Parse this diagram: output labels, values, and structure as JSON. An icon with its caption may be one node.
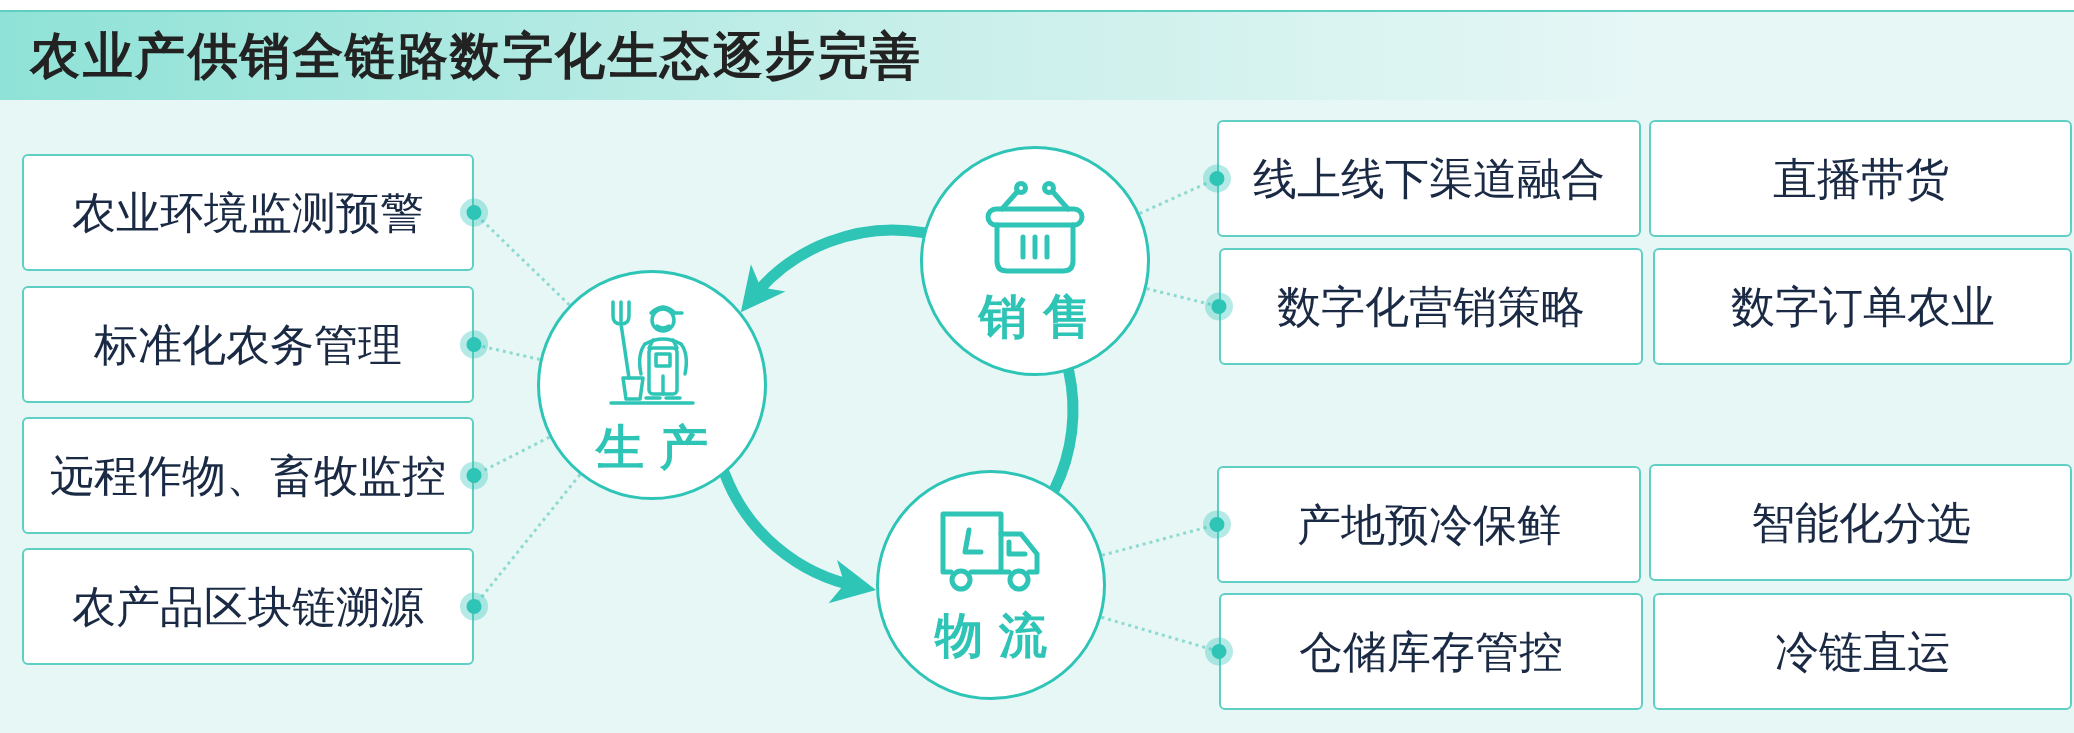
{
  "diagram": {
    "title": "农业产供销全链路数字化生态逐步完善",
    "nodes": [
      {
        "text": [
          "农业环境监测预警"
        ]
      },
      {
        "text": [
          "标准化农务管理"
        ]
      },
      {
        "text": [
          "远程作物、畜牧监控"
        ]
      },
      {
        "text": [
          "农产品区块链溯源"
        ]
      },
      {
        "text": [
          "生产"
        ]
      },
      {
        "text": [
          "销售"
        ]
      },
      {
        "text": [
          "物流"
        ]
      },
      {
        "text": [
          "线上线下渠道融合"
        ]
      },
      {
        "text": [
          "直播带货"
        ]
      },
      {
        "text": [
          "数字化营销策略"
        ]
      },
      {
        "text": [
          "数字订单农业"
        ]
      },
      {
        "text": [
          "产地预冷保鲜"
        ]
      },
      {
        "text": [
          "智能化分选"
        ]
      },
      {
        "text": [
          "仓储库存管控"
        ]
      },
      {
        "text": [
          "冷链直运"
        ]
      }
    ],
    "edges": [
      {
        "from": 5,
        "to": 4,
        "arrow": "to",
        "style": "thick",
        "color": "#2ec4b6"
      },
      {
        "from": 4,
        "to": 6,
        "arrow": "to",
        "style": "thick",
        "color": "#2ec4b6"
      },
      {
        "from": 5,
        "to": 6,
        "arrow": "none",
        "style": "thick",
        "color": "#2ec4b6"
      },
      {
        "from": 4,
        "to": 0,
        "arrow": "other",
        "style": "dashed"
      },
      {
        "from": 4,
        "to": 1,
        "arrow": "other",
        "style": "dashed"
      },
      {
        "from": 4,
        "to": 2,
        "arrow": "other",
        "style": "dashed"
      },
      {
        "from": 4,
        "to": 3,
        "arrow": "other",
        "style": "dashed"
      },
      {
        "from": 5,
        "to": 7,
        "arrow": "other",
        "style": "dashed"
      },
      {
        "from": 5,
        "to": 9,
        "arrow": "other",
        "style": "dashed"
      },
      {
        "from": 6,
        "to": 11,
        "arrow": "other",
        "style": "dashed"
      },
      {
        "from": 6,
        "to": 13,
        "arrow": "other",
        "style": "dashed"
      }
    ]
  }
}
